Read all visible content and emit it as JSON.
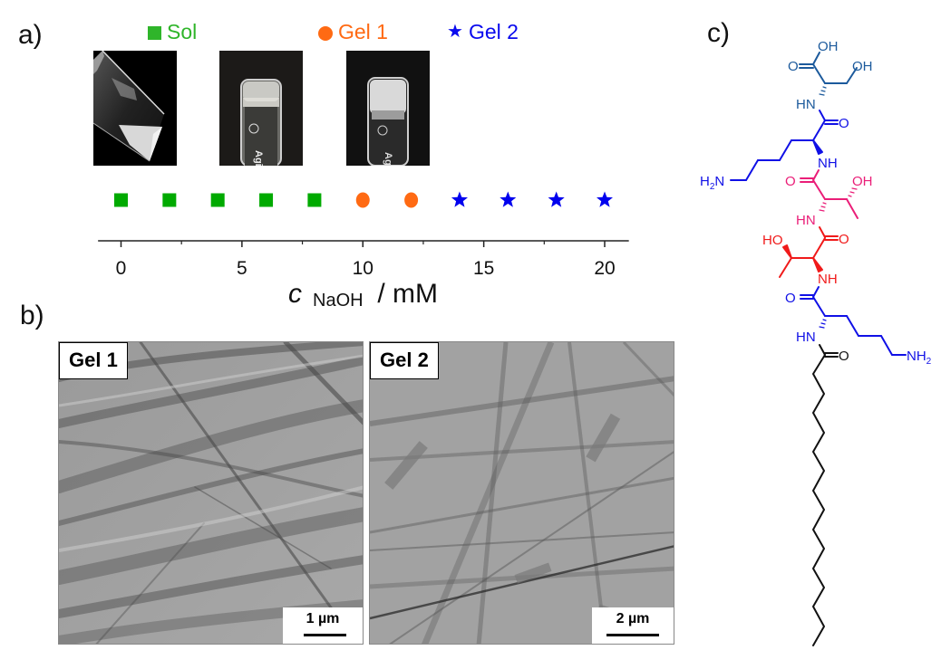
{
  "figure": {
    "panels": {
      "a": {
        "label": "a)"
      },
      "b": {
        "label": "b)"
      },
      "c": {
        "label": "c)"
      }
    },
    "legend": [
      {
        "name": "Sol",
        "marker": "square",
        "color": "#2fb52a"
      },
      {
        "name": "Gel 1",
        "marker": "circle",
        "color": "#ff6a13"
      },
      {
        "name": "Gel 2",
        "marker": "star",
        "color": "#0a0aee"
      }
    ],
    "photos": [
      {
        "state": "Sol",
        "description": "tilted vial with flowing solution"
      },
      {
        "state": "Gel 1",
        "description": "vial with translucent gel",
        "vial_text": "Agil"
      },
      {
        "state": "Gel 2",
        "description": "vial with opaque white gel",
        "vial_text": "Agile"
      }
    ],
    "tem_images": [
      {
        "label": "Gel 1",
        "scale_bar": "1 µm"
      },
      {
        "label": "Gel 2",
        "scale_bar": "2 µm"
      }
    ],
    "molecule": {
      "labels": {
        "oh_acid": "OH",
        "o_acid": "O",
        "oh_ser": "OH",
        "hn_ser": "HN",
        "o1": "O",
        "h2n_lys1": "H2N",
        "nh_lys1": "NH",
        "o_thr1": "O",
        "oh_thr1": "OH",
        "hn_thr1": "HN",
        "ho_thr2": "HO",
        "o_thr2": "O",
        "nh_thr2": "NH",
        "o_lys2": "O",
        "hn_lys2": "HN",
        "nh2_lys2": "NH2",
        "o_acyl": "O"
      },
      "colors": {
        "serine": "#1c5a9c",
        "lysine": "#1010e6",
        "threonine1": "#ea1e78",
        "threonine2": "#f01a1a",
        "alkyl": "#000000"
      }
    }
  },
  "chart_data": {
    "type": "scatter",
    "title": "",
    "xlabel": "c NaOH / mM",
    "xlabel_main": "c",
    "xlabel_sub": "NaOH",
    "xlabel_unit": " / mM",
    "ylabel": "",
    "xlim": [
      -0.95,
      21
    ],
    "xticks": [
      0,
      5,
      10,
      15,
      20
    ],
    "xminor": [
      2.5,
      7.5,
      12.5,
      17.5
    ],
    "grid": false,
    "legend_position": "top",
    "series": [
      {
        "name": "Sol",
        "marker": "square",
        "color": "#00aa00",
        "x": [
          0,
          2,
          4,
          6,
          8
        ]
      },
      {
        "name": "Gel 1",
        "marker": "circle",
        "color": "#ff6a13",
        "x": [
          10,
          12
        ]
      },
      {
        "name": "Gel 2",
        "marker": "star",
        "color": "#0000ee",
        "x": [
          14,
          16,
          18,
          20
        ]
      }
    ]
  }
}
